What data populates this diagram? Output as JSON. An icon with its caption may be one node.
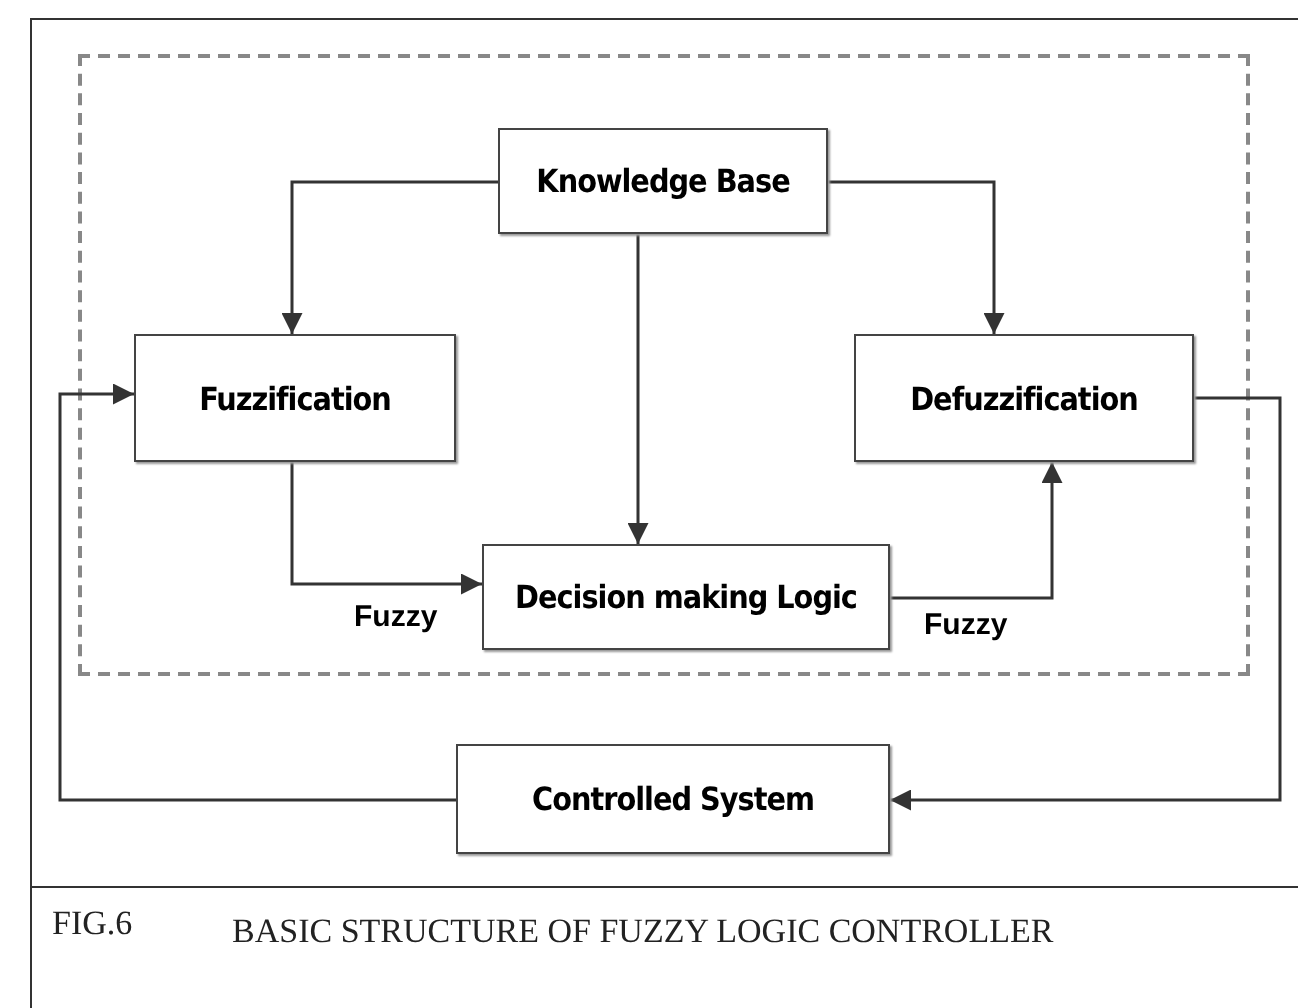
{
  "diagram": {
    "caption": "BASIC STRUCTURE OF FUZZY LOGIC CONTROLLER",
    "nodes": [
      {
        "text": [],
        "shape": "box"
      },
      {
        "text": [
          "Knowledge Base"
        ],
        "in": 0
      },
      {
        "text": [
          "Fuzzification"
        ],
        "in": 0
      },
      {
        "text": [
          "Defuzzification"
        ],
        "in": 0
      },
      {
        "text": [
          "Decision making Logic"
        ],
        "in": 0
      },
      {
        "text": [
          "Controlled System"
        ]
      }
    ],
    "edges": [
      {
        "from": 1,
        "to": 2,
        "arrow": "to"
      },
      {
        "from": 1,
        "to": 3,
        "arrow": "to"
      },
      {
        "from": 1,
        "to": 4,
        "arrow": "to"
      },
      {
        "from": 2,
        "to": 4,
        "arrow": "to",
        "label": "Fuzzy"
      },
      {
        "from": 4,
        "to": 3,
        "arrow": "to",
        "label": "Fuzzy"
      },
      {
        "from": 3,
        "to": 5,
        "arrow": "to"
      },
      {
        "from": 5,
        "to": 2,
        "arrow": "to"
      }
    ],
    "labels": [
      "FIG.6"
    ]
  }
}
